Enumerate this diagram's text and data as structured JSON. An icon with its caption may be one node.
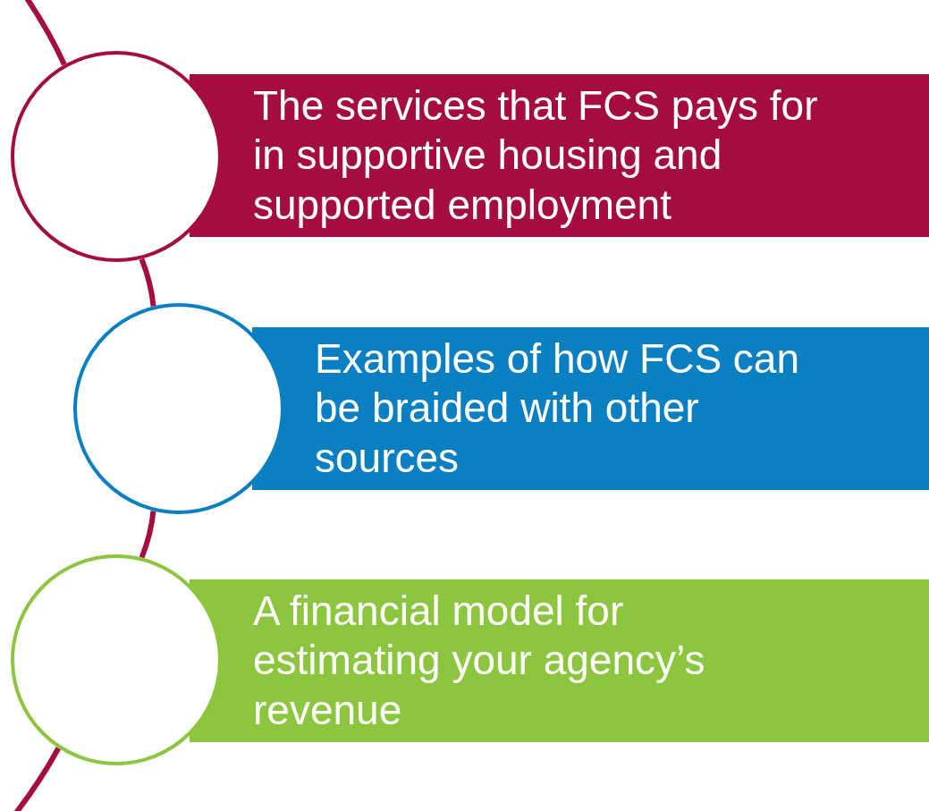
{
  "diagram": {
    "nodes": [
      {
        "text": [],
        "shape": "circle"
      },
      {
        "text": [
          "The services that FCS pays for in supportive housing and supported employment"
        ]
      },
      {
        "text": [],
        "shape": "circle"
      },
      {
        "text": [
          "Examples of how FCS can be braided with other sources"
        ]
      },
      {
        "text": [],
        "shape": "circle"
      },
      {
        "text": [
          "A financial model for estimating your agency’s revenue"
        ]
      }
    ],
    "edges": [
      {
        "from": null,
        "to": 0,
        "arrow": "none"
      },
      {
        "from": 0,
        "to": 2,
        "arrow": "none"
      },
      {
        "from": 2,
        "to": 4,
        "arrow": "none"
      },
      {
        "from": 4,
        "to": null,
        "arrow": "none"
      }
    ]
  }
}
